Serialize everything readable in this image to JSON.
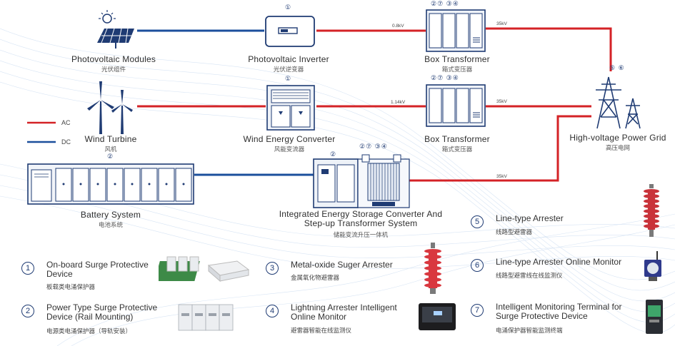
{
  "legend": {
    "ac": "AC",
    "dc": "DC",
    "ac_color": "#d42226",
    "dc_color": "#1b4f9c"
  },
  "nodes": {
    "pv_modules": {
      "en": "Photovoltaic Modules",
      "cn": "光伏组件"
    },
    "pv_inverter": {
      "en": "Photovoltaic Inverter",
      "cn": "光伏逆变器",
      "badge": "①"
    },
    "box_tf_1": {
      "en": "Box Transformer",
      "cn": "箱式变压器",
      "badge": "②⑦ ③④"
    },
    "wind_turbine": {
      "en": "Wind Turbine",
      "cn": "风机"
    },
    "wind_conv": {
      "en": "Wind Energy Converter",
      "cn": "风能变流器",
      "badge": "①"
    },
    "box_tf_2": {
      "en": "Box Transformer",
      "cn": "箱式变压器",
      "badge": "②⑦ ③④"
    },
    "grid": {
      "en": "High-voltage Power Grid",
      "cn": "高压电网",
      "badge": "⑤ ⑥"
    },
    "battery": {
      "en": "Battery System",
      "cn": "电池系统",
      "badge": "②"
    },
    "ess": {
      "en": "Integrated Energy Storage Converter And\nStep-up Transformer System",
      "cn": "储能变流升压一体机",
      "badge_a": "②",
      "badge_b": "②⑦ ③④"
    }
  },
  "voltages": {
    "v1": "0.8kV",
    "v2": "35kV",
    "v3": "1.14kV",
    "v4": "35kV",
    "v5": "35kV"
  },
  "items": [
    {
      "num": "1",
      "en": "On-board Surge Protective\nDevice",
      "cn": "板载类电涌保护器"
    },
    {
      "num": "2",
      "en": "Power Type Surge Protective\nDevice (Rail Mounting)",
      "cn": "电源类电涌保护器（导轨安装）"
    },
    {
      "num": "3",
      "en": "Metal-oxide Suger Arrester",
      "cn": "金属氧化物避雷器"
    },
    {
      "num": "4",
      "en": "Lightning Arrester Intelligent\nOnline Monitor",
      "cn": "避雷器智能在线监测仪"
    },
    {
      "num": "5",
      "en": "Line-type Arrester",
      "cn": "线路型避雷器"
    },
    {
      "num": "6",
      "en": "Line-type Arrester Online Monitor",
      "cn": "线路型避雷线在线监测仪"
    },
    {
      "num": "7",
      "en": "Intelligent Monitoring Terminal for\nSurge Protective Device",
      "cn": "电涌保护器智能监测终端"
    }
  ]
}
